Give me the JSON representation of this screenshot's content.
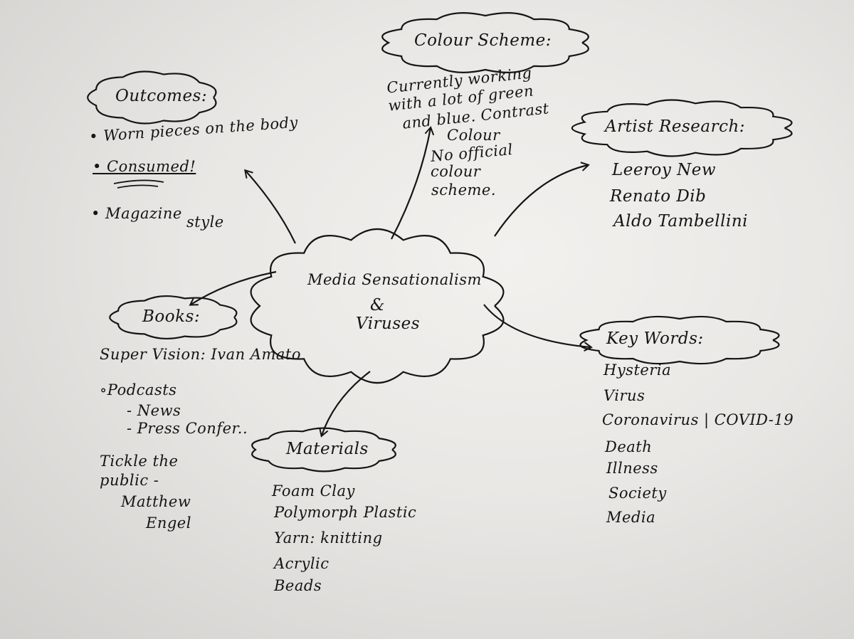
{
  "center": {
    "line1": "Media Sensationalism",
    "line2": "&",
    "line3": "Viruses"
  },
  "colour_scheme": {
    "title": "Colour Scheme:",
    "lines": [
      "Currently working",
      "with a lot of green",
      "and blue. Contrast",
      "Colour",
      "No official",
      "colour",
      "scheme."
    ]
  },
  "outcomes": {
    "title": "Outcomes:",
    "items": [
      "• Worn pieces on the body",
      "• Consumed!",
      "• Magazine",
      "style"
    ]
  },
  "artist_research": {
    "title": "Artist Research:",
    "items": [
      "Leeroy New",
      "Renato Dib",
      "Aldo Tambellini"
    ]
  },
  "books": {
    "title": "Books:",
    "book": "Super Vision: Ivan Amato",
    "podcasts": "∘Podcasts",
    "podcast_items": [
      "- News",
      "- Press Confer.."
    ],
    "quote": [
      "Tickle the",
      "public -",
      "Matthew",
      "Engel"
    ]
  },
  "materials": {
    "title": "Materials",
    "items": [
      "Foam Clay",
      "Polymorph Plastic",
      "Yarn: knitting",
      "Acrylic",
      "Beads"
    ]
  },
  "key_words": {
    "title": "Key Words:",
    "items": [
      "Hysteria",
      "Virus",
      "Coronavirus | COVID-19",
      "Death",
      "Illness",
      "Society",
      "Media"
    ]
  },
  "ink_color": "#151515"
}
